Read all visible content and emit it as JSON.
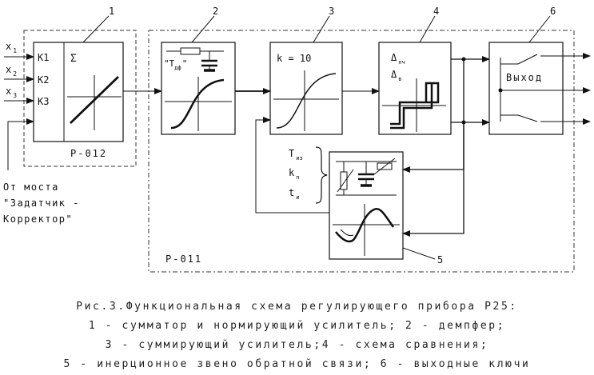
{
  "callouts": [
    "1",
    "2",
    "3",
    "4",
    "5",
    "6"
  ],
  "inputs": {
    "x_var": "x",
    "x_subs": [
      "1",
      "2",
      "3"
    ],
    "k_labels": [
      "K1",
      "K2",
      "K3"
    ],
    "source_lines": [
      "От моста",
      "\"Задатчик -",
      "Корректор\""
    ]
  },
  "block1": {
    "sum_symbol": "Σ",
    "unit_label": "P-012"
  },
  "block2": {
    "t_label": "\"T",
    "t_sub": "дф",
    "t_end": "\""
  },
  "block3": {
    "gain_label": "k = 10"
  },
  "block4": {
    "delta": "Δ",
    "nch_sub": "нч",
    "v_sub": "в"
  },
  "block5": {
    "t_var": "T",
    "t_iz_sub": "из",
    "k_var": "k",
    "k_sub": "п",
    "ti_var": "t",
    "ti_sub": "и"
  },
  "block6": {
    "output_label": "Выход"
  },
  "unit2_label": "P-011",
  "caption": [
    "Рис.3.Функциональная схема регулирующего прибора Р25:",
    "1 - сумматор и нормирующий усилитель; 2 - демпфер;",
    "3 - суммирующий усилитель;4 - схема сравнения;",
    "5 - инерционное звено обратной связи; 6 - выходные ключи"
  ]
}
